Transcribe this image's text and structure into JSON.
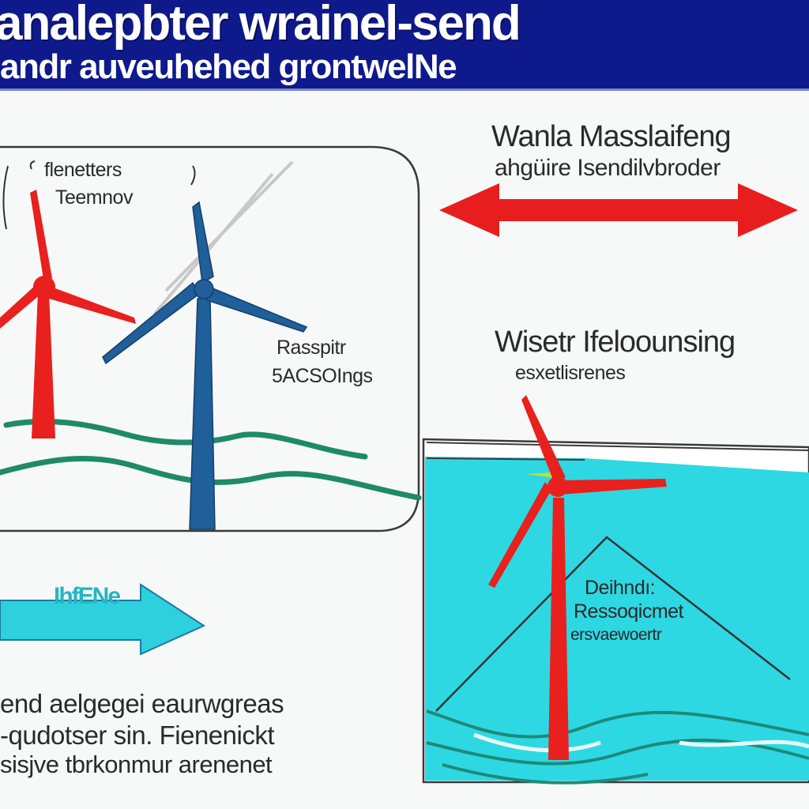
{
  "header": {
    "title": "analepbter wrainel-send",
    "subtitle": "andr auveuhehed grontwelNe",
    "color": "#0e1a8c"
  },
  "panels": {
    "left": {
      "label_top_1": "flenetters",
      "label_top_2": "Teemnov",
      "label_right_1": "Rasspitr",
      "label_right_2": "5ACSOIngs"
    },
    "right": {
      "label_top_1": "Wanla Masslaifeng",
      "label_top_2": "ahgüire Isendilvbroder",
      "label_mid_1": "Wisetr Ifeloounsing",
      "label_mid_2": "esxetlisrenes",
      "label_water_1": "Deihndı:",
      "label_water_2": "Ressoqicmet",
      "label_water_3": "ersvaewoertr"
    }
  },
  "arrows": {
    "teal_label": "IhfENe"
  },
  "footer": {
    "line_1": "end aelgegei eaurwgreas",
    "line_2": "-qudotser sin. Fienenickt",
    "line_3": "sisjve tbrkonmur arenenet"
  },
  "colors": {
    "red_turbine": "#e8201e",
    "blue_turbine": "#1f5f9a",
    "wave_green": "#1e8a6a",
    "sea": "#2ed8e2",
    "arrow_teal": "#2ed0de",
    "arrow_red": "#e81e1e"
  },
  "icons": [
    "wind-turbine-icon",
    "double-arrow-icon",
    "right-arrow-icon",
    "wave-icon"
  ]
}
